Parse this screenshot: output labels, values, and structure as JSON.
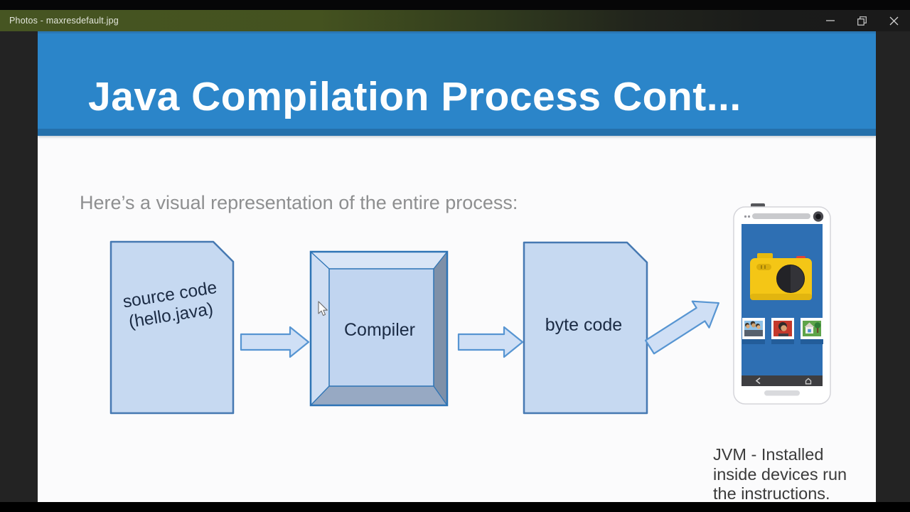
{
  "window": {
    "app_title": "Photos - maxresdefault.jpg",
    "icons": [
      "minimize-icon",
      "restore-icon",
      "close-icon"
    ]
  },
  "slide": {
    "title": "Java Compilation Process Cont...",
    "subtitle": "Here’s a visual representation of the entire process:",
    "diagram": {
      "source_line1": "source code",
      "source_line2": "(hello.java)",
      "compiler_label": "Compiler",
      "bytecode_label": "byte code",
      "jvm_line1": "JVM - Installed",
      "jvm_line2": "inside devices run",
      "jvm_line3": "the instructions.",
      "icons": [
        "document-icon",
        "compiler-3d-box-icon",
        "right-arrow-icon",
        "diagonal-arrow-icon",
        "smartphone-icon",
        "camera-illustration-icon",
        "photo-app-icons",
        "mouse-cursor-icon"
      ]
    },
    "colors": {
      "header_blue": "#2b85c9",
      "header_band_blue": "#2470ab",
      "shape_fill": "#c6d9f1",
      "shape_border": "#4679b2",
      "arrow_fill": "#cfdff5",
      "arrow_border": "#5795d2",
      "phone_screen_blue": "#2e6fb3",
      "camera_yellow": "#f4c616",
      "titlebar_olive": "#465522",
      "letterbox_gray": "#232323"
    }
  }
}
